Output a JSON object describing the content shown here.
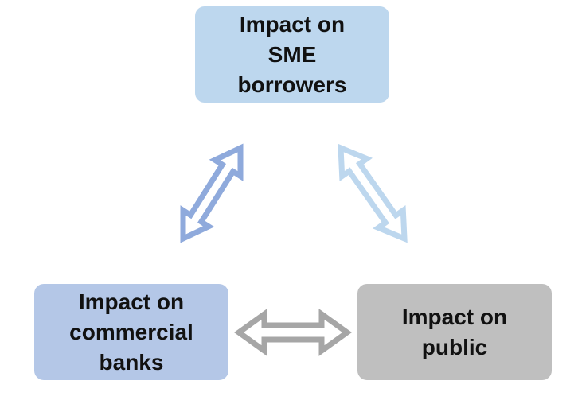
{
  "nodes": {
    "sme": {
      "label": "Impact on\nSME\nborrowers",
      "fill": "#bdd7ee"
    },
    "banks": {
      "label": "Impact on\ncommercial\nbanks",
      "fill": "#b4c7e7"
    },
    "public": {
      "label": "Impact on\npublic",
      "fill": "#bfbfbf"
    }
  },
  "arrows": {
    "banks_sme": {
      "color": "#8faadc"
    },
    "sme_public": {
      "color": "#bdd7ee"
    },
    "banks_public": {
      "color": "#a6a6a6"
    }
  }
}
